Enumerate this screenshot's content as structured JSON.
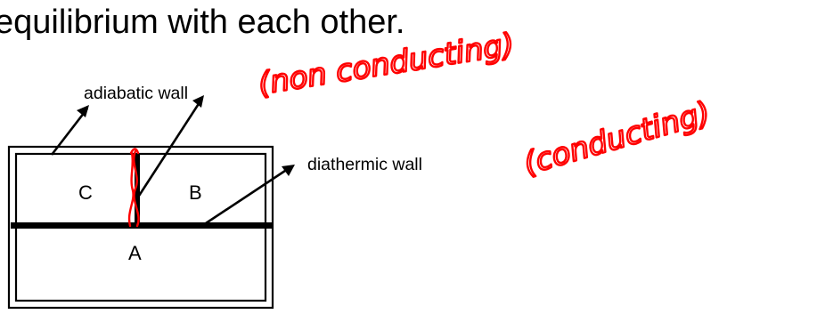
{
  "heading": {
    "text": "equilibrium with each other."
  },
  "diagram": {
    "labels": {
      "adiabatic_wall": "adiabatic wall",
      "diathermic_wall": "diathermic wall",
      "compartment_c": "C",
      "compartment_b": "B",
      "compartment_a": "A"
    },
    "annotations": {
      "adiabatic_note": "(non conducting)",
      "diathermic_note": "(conducting)",
      "ink_color": "#ff0000"
    }
  }
}
